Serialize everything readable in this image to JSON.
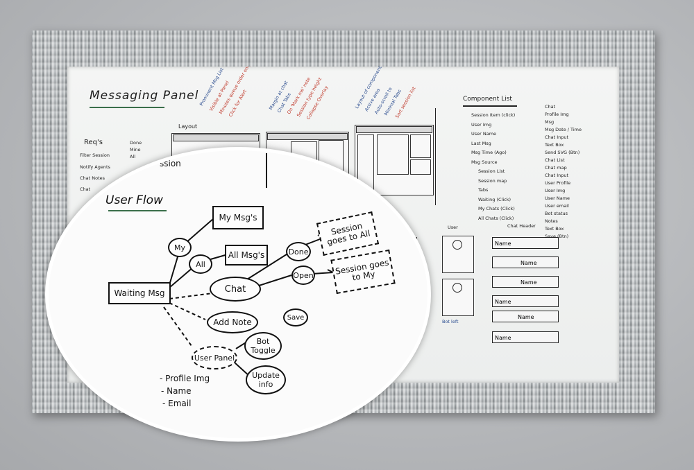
{
  "board": {
    "title": "Messaging Panel",
    "reqs": {
      "heading": "Req's",
      "items": [
        "Filter Session",
        "Notify Agents",
        "Chat Notes",
        "Chat"
      ],
      "side_items": [
        "Done",
        "Mine",
        "All"
      ]
    },
    "layout": {
      "heading": "Layout",
      "notes_a": [
        "Prominent Msg List",
        "Visible at Panel",
        "Minutes queue order only",
        "Click for Alert"
      ],
      "notes_b": [
        "Margin at chat",
        "Chat Tabs",
        "On 'Mark me' note",
        "Session type height",
        "Collapse Overlay"
      ],
      "notes_c": [
        "Layout of components",
        "Active area",
        "Auto-scroll to",
        "Minimal Tabs",
        "Sort session list"
      ]
    },
    "component_list": {
      "heading": "Component List",
      "col1": [
        "Session Item (click)",
        "User Img",
        "User Name",
        "Last Msg",
        "Msg Time (Ago)",
        "Msg Source",
        "Session List",
        "Session map",
        "Tabs",
        "Waiting (Click)",
        "My Chats (Click)",
        "All Chats (Click)"
      ],
      "col2": [
        "Chat",
        "Profile Img",
        "Msg",
        "Msg Date / Time",
        "Chat Input",
        "Text Box",
        "Send SVG (Btn)",
        "Chat List",
        "Chat map",
        "Chat Input",
        "User Profile",
        "User Img",
        "User Name",
        "User email",
        "Bot status",
        "Notes",
        "Text Box",
        "Save (Btn)"
      ]
    },
    "user_label": "User",
    "chat_header_label": "Chat Header",
    "bot_label": "Bot left",
    "chat_headers": [
      "Name",
      "Name",
      "Name",
      "Name",
      "Name",
      "Name"
    ]
  },
  "magnifier": {
    "top_text": "ssion",
    "title": "User Flow",
    "nodes": {
      "waiting": "Waiting Msg",
      "my": "My",
      "all": "All",
      "my_msgs": "My Msg's",
      "all_msgs": "All Msg's",
      "chat": "Chat",
      "done": "Done",
      "open": "Open",
      "session_all": "Session goes to All",
      "session_my": "Session goes to My",
      "add_note": "Add Note",
      "save": "Save",
      "user_panel": "User Panel",
      "bot_toggle": "Bot Toggle",
      "update_info": "Update info"
    },
    "profile_items": [
      "- Profile Img",
      "- Name",
      "- Email"
    ]
  }
}
